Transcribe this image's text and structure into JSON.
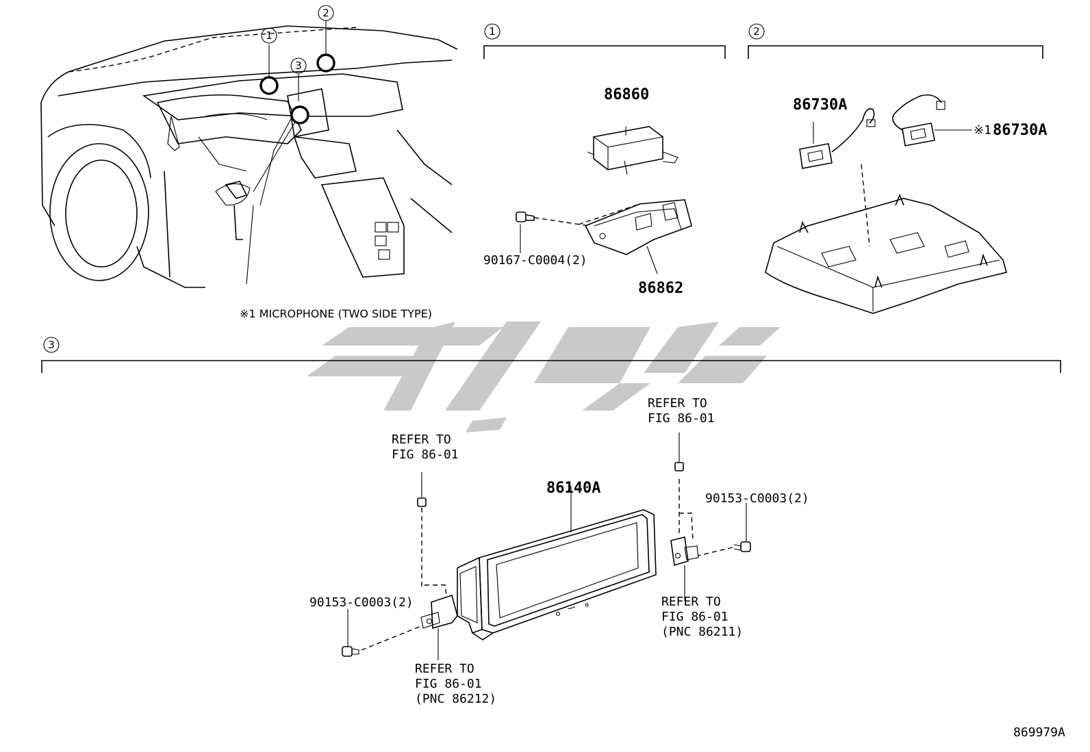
{
  "callouts": {
    "one": "1",
    "two": "2",
    "three": "3"
  },
  "vehicle_view": {
    "microphone_note": "※1 MICROPHONE (TWO SIDE TYPE)"
  },
  "section_1": {
    "part_computer": "86860",
    "part_bracket": "86862",
    "part_screw": "90167-C0004(2)"
  },
  "section_2": {
    "part_mic_left": "86730A",
    "part_mic_right_mark": "※1",
    "part_mic_right": "86730A"
  },
  "section_3": {
    "part_display": "86140A",
    "refer_left_top_1": "REFER TO",
    "refer_left_top_2": "FIG 86-01",
    "refer_right_top_1": "REFER TO",
    "refer_right_top_2": "FIG 86-01",
    "screw_right": "90153-C0003(2)",
    "screw_left": "90153-C0003(2)",
    "refer_bottom_left_1": "REFER TO",
    "refer_bottom_left_2": "FIG 86-01",
    "refer_bottom_left_3": "(PNC 86212)",
    "refer_bottom_right_1": "REFER TO",
    "refer_bottom_right_2": "FIG 86-01",
    "refer_bottom_right_3": "(PNC 86211)"
  },
  "figure_id": "869979A",
  "colors": {
    "ink": "#000000",
    "watermark": "#c9c9c9",
    "background": "#ffffff"
  }
}
